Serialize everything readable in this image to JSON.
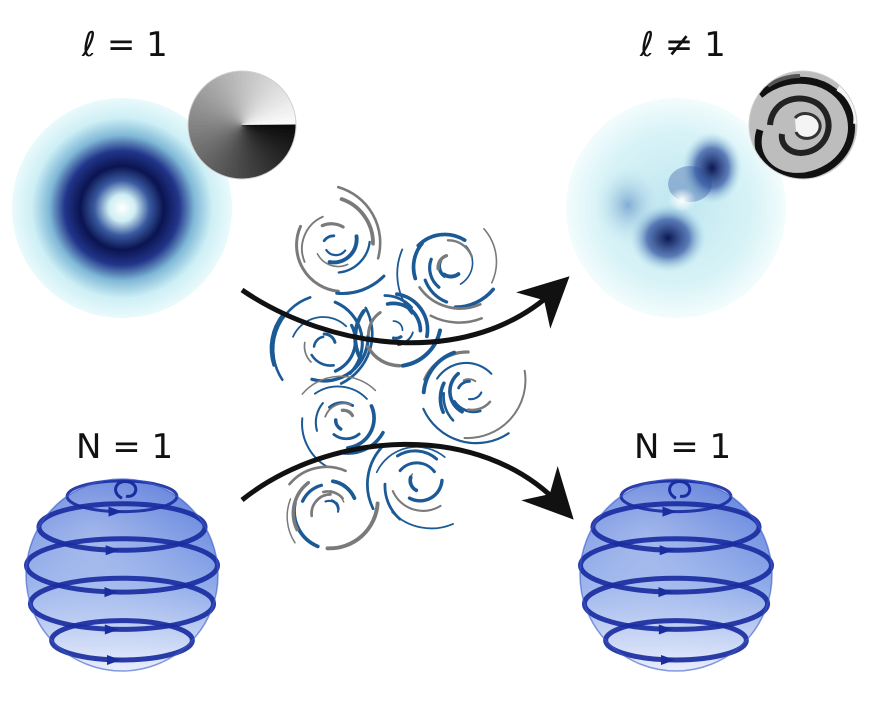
{
  "labels": {
    "top_left": "ℓ = 1",
    "top_right": "ℓ ≠ 1",
    "bottom_left": "N = 1",
    "bottom_right": "N = 1"
  },
  "colors": {
    "beam_dark": "#0a1450",
    "beam_mid": "#2a3c8c",
    "beam_glow": "#bfeaf2",
    "sphere_fill": "#4a72d8",
    "sphere_line": "#1a2da0",
    "turbulence_blue": "#1c5a96",
    "turbulence_gray": "#7a7a7a",
    "arrow": "#111111"
  },
  "icons": [
    "ring-beam-icon",
    "phase-wheel-icon",
    "distorted-beam-icon",
    "distorted-phase-icon",
    "turbulence-eddies-icon",
    "skyrmion-sphere-icon"
  ]
}
